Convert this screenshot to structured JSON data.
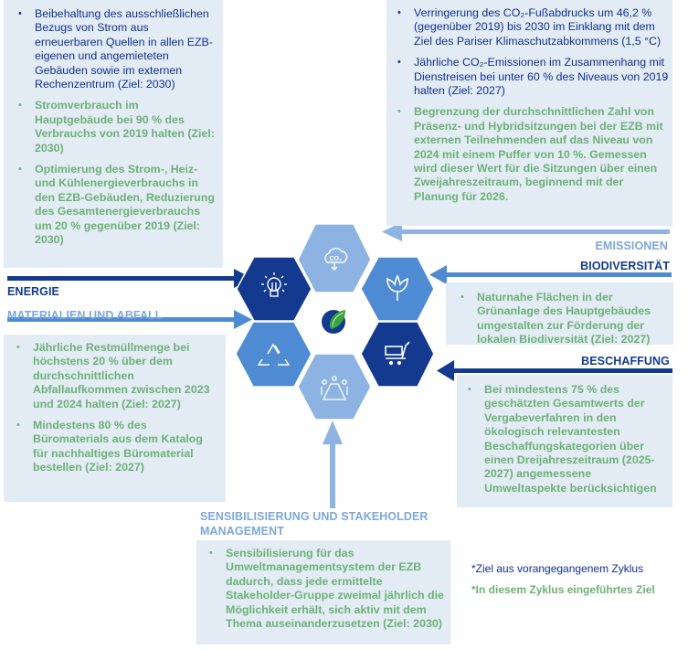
{
  "colors": {
    "dark_blue": "#133a8f",
    "mid_blue": "#4f8bd3",
    "light_blue": "#8db3e2",
    "box_bg": "#e3ecf5",
    "prev_cycle_text": "#0f2f96",
    "new_cycle_text": "#6cb176",
    "leaf_green": "#3aa43a"
  },
  "categories": {
    "energie": {
      "label": "ENERGIE",
      "icon": "lightbulb-icon",
      "targets": [
        {
          "text": "Beibehaltung des ausschließlichen Bezugs von Strom aus erneuerbaren Quellen in allen EZB-eigenen und angemieteten Gebäuden sowie im externen Rechenzentrum (Ziel: 2030)",
          "cycle": "previous"
        },
        {
          "text": "Stromverbrauch im Hauptgebäude bei 90 % des Verbrauchs von 2019 halten (Ziel: 2030)",
          "cycle": "new"
        },
        {
          "text": "Optimierung des Strom-, Heiz- und Kühlenergieverbrauchs in den EZB-Gebäuden, Reduzierung des Gesamtenergieverbrauchs um 20 % gegenüber 2019 (Ziel: 2030)",
          "cycle": "new"
        }
      ]
    },
    "emissionen": {
      "label": "EMISSIONEN",
      "icon": "co2-cloud-icon",
      "targets": [
        {
          "text": "Verringerung des CO₂-Fußabdrucks um 46,2 % (gegenüber 2019) bis 2030 im Einklang mit dem Ziel des Pariser Klimaschutzabkommens (1,5 °C)",
          "cycle": "previous"
        },
        {
          "text": "Jährliche CO₂-Emissionen im Zusammenhang mit Dienstreisen bei unter 60 % des Niveaus von 2019 halten (Ziel: 2027)",
          "cycle": "previous"
        },
        {
          "text": "Begrenzung der durchschnittlichen Zahl von Präsenz- und Hybridsitzungen bei der EZB mit externen Teilnehmenden auf das Niveau von 2024 mit einem Puffer von 10 %. Gemessen wird dieser Wert für die Sitzungen über einen Zweijahreszeitraum, beginnend mit der Planung für 2026.",
          "cycle": "new"
        }
      ]
    },
    "biodiversitaet": {
      "label": "BIODIVERSITÄT",
      "icon": "flower-bud-icon",
      "targets": [
        {
          "text": "Naturnahe Flächen in der Grünanlage des Hauptgebäudes umgestalten zur Förderung der lokalen Biodiversität (Ziel: 2027)",
          "cycle": "new"
        }
      ]
    },
    "materialien": {
      "label": "MATERIALIEN UND ABFALL",
      "icon": "recycle-icon",
      "targets": [
        {
          "text": "Jährliche Restmüllmenge bei höchstens 20 %  über dem durchschnittlichen Abfallaufkommen zwischen 2023 und 2024 halten (Ziel: 2027)",
          "cycle": "new"
        },
        {
          "text": "Mindestens 80 % des Büromaterials aus dem Katalog für nachhaltiges Büromaterial bestellen (Ziel: 2027)",
          "cycle": "new"
        }
      ]
    },
    "beschaffung": {
      "label": "BESCHAFFUNG",
      "icon": "shopping-cart-icon",
      "targets": [
        {
          "text": "Bei mindestens 75 % des geschätzten Gesamtwerts der Vergabeverfahren in den ökologisch relevantesten Beschaffungskategorien über einen Dreijahreszeitraum (2025-2027) angemessene Umweltaspekte berücksichtigen",
          "cycle": "new"
        }
      ]
    },
    "sensibilisierung": {
      "label": "SENSIBILISIERUNG UND STAKEHOLDER MANAGEMENT",
      "icon": "meeting-table-icon",
      "targets": [
        {
          "text": "Sensibilisierung für das Umweltmanagementsystem der EZB dadurch, dass jede ermittelte Stakeholder-Gruppe zweimal jährlich die Möglichkeit erhält, sich aktiv mit dem Thema auseinanderzusetzen (Ziel: 2030)",
          "cycle": "new"
        }
      ]
    }
  },
  "center_logo": "ecb-leaf-logo",
  "legend": {
    "previous": "*Ziel aus vorangegangenem Zyklus",
    "new": "*In diesem Zyklus eingeführtes Ziel"
  }
}
